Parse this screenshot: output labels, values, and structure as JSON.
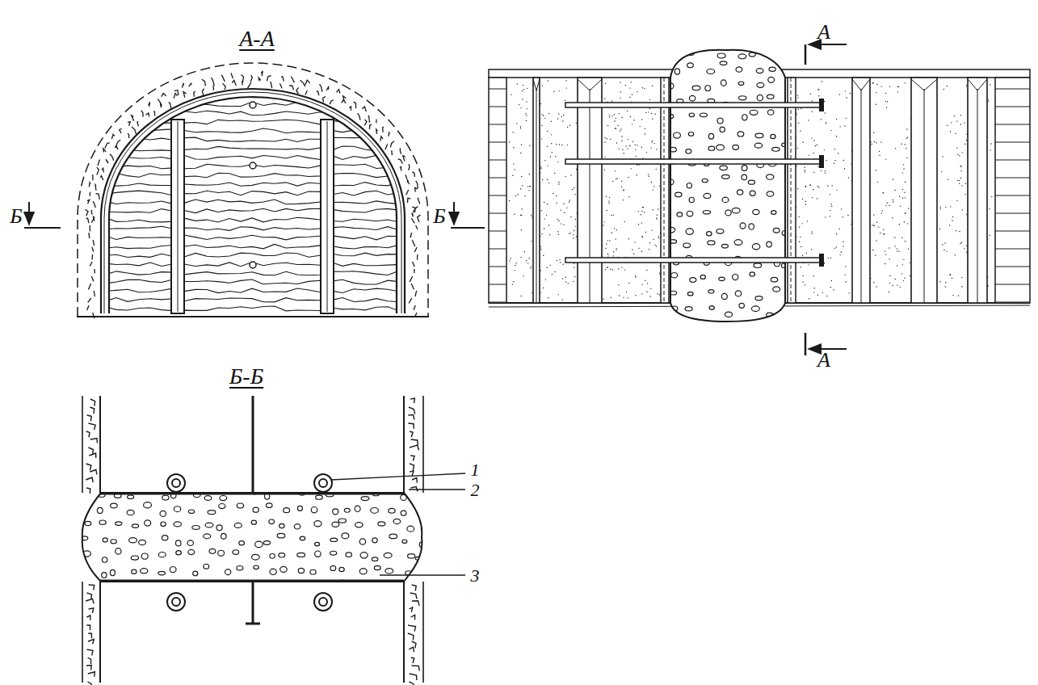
{
  "diagram": {
    "labels": [
      "А-А",
      "Б",
      "Б",
      "А",
      "А",
      "Б-Б",
      "1",
      "2",
      "3"
    ]
  }
}
